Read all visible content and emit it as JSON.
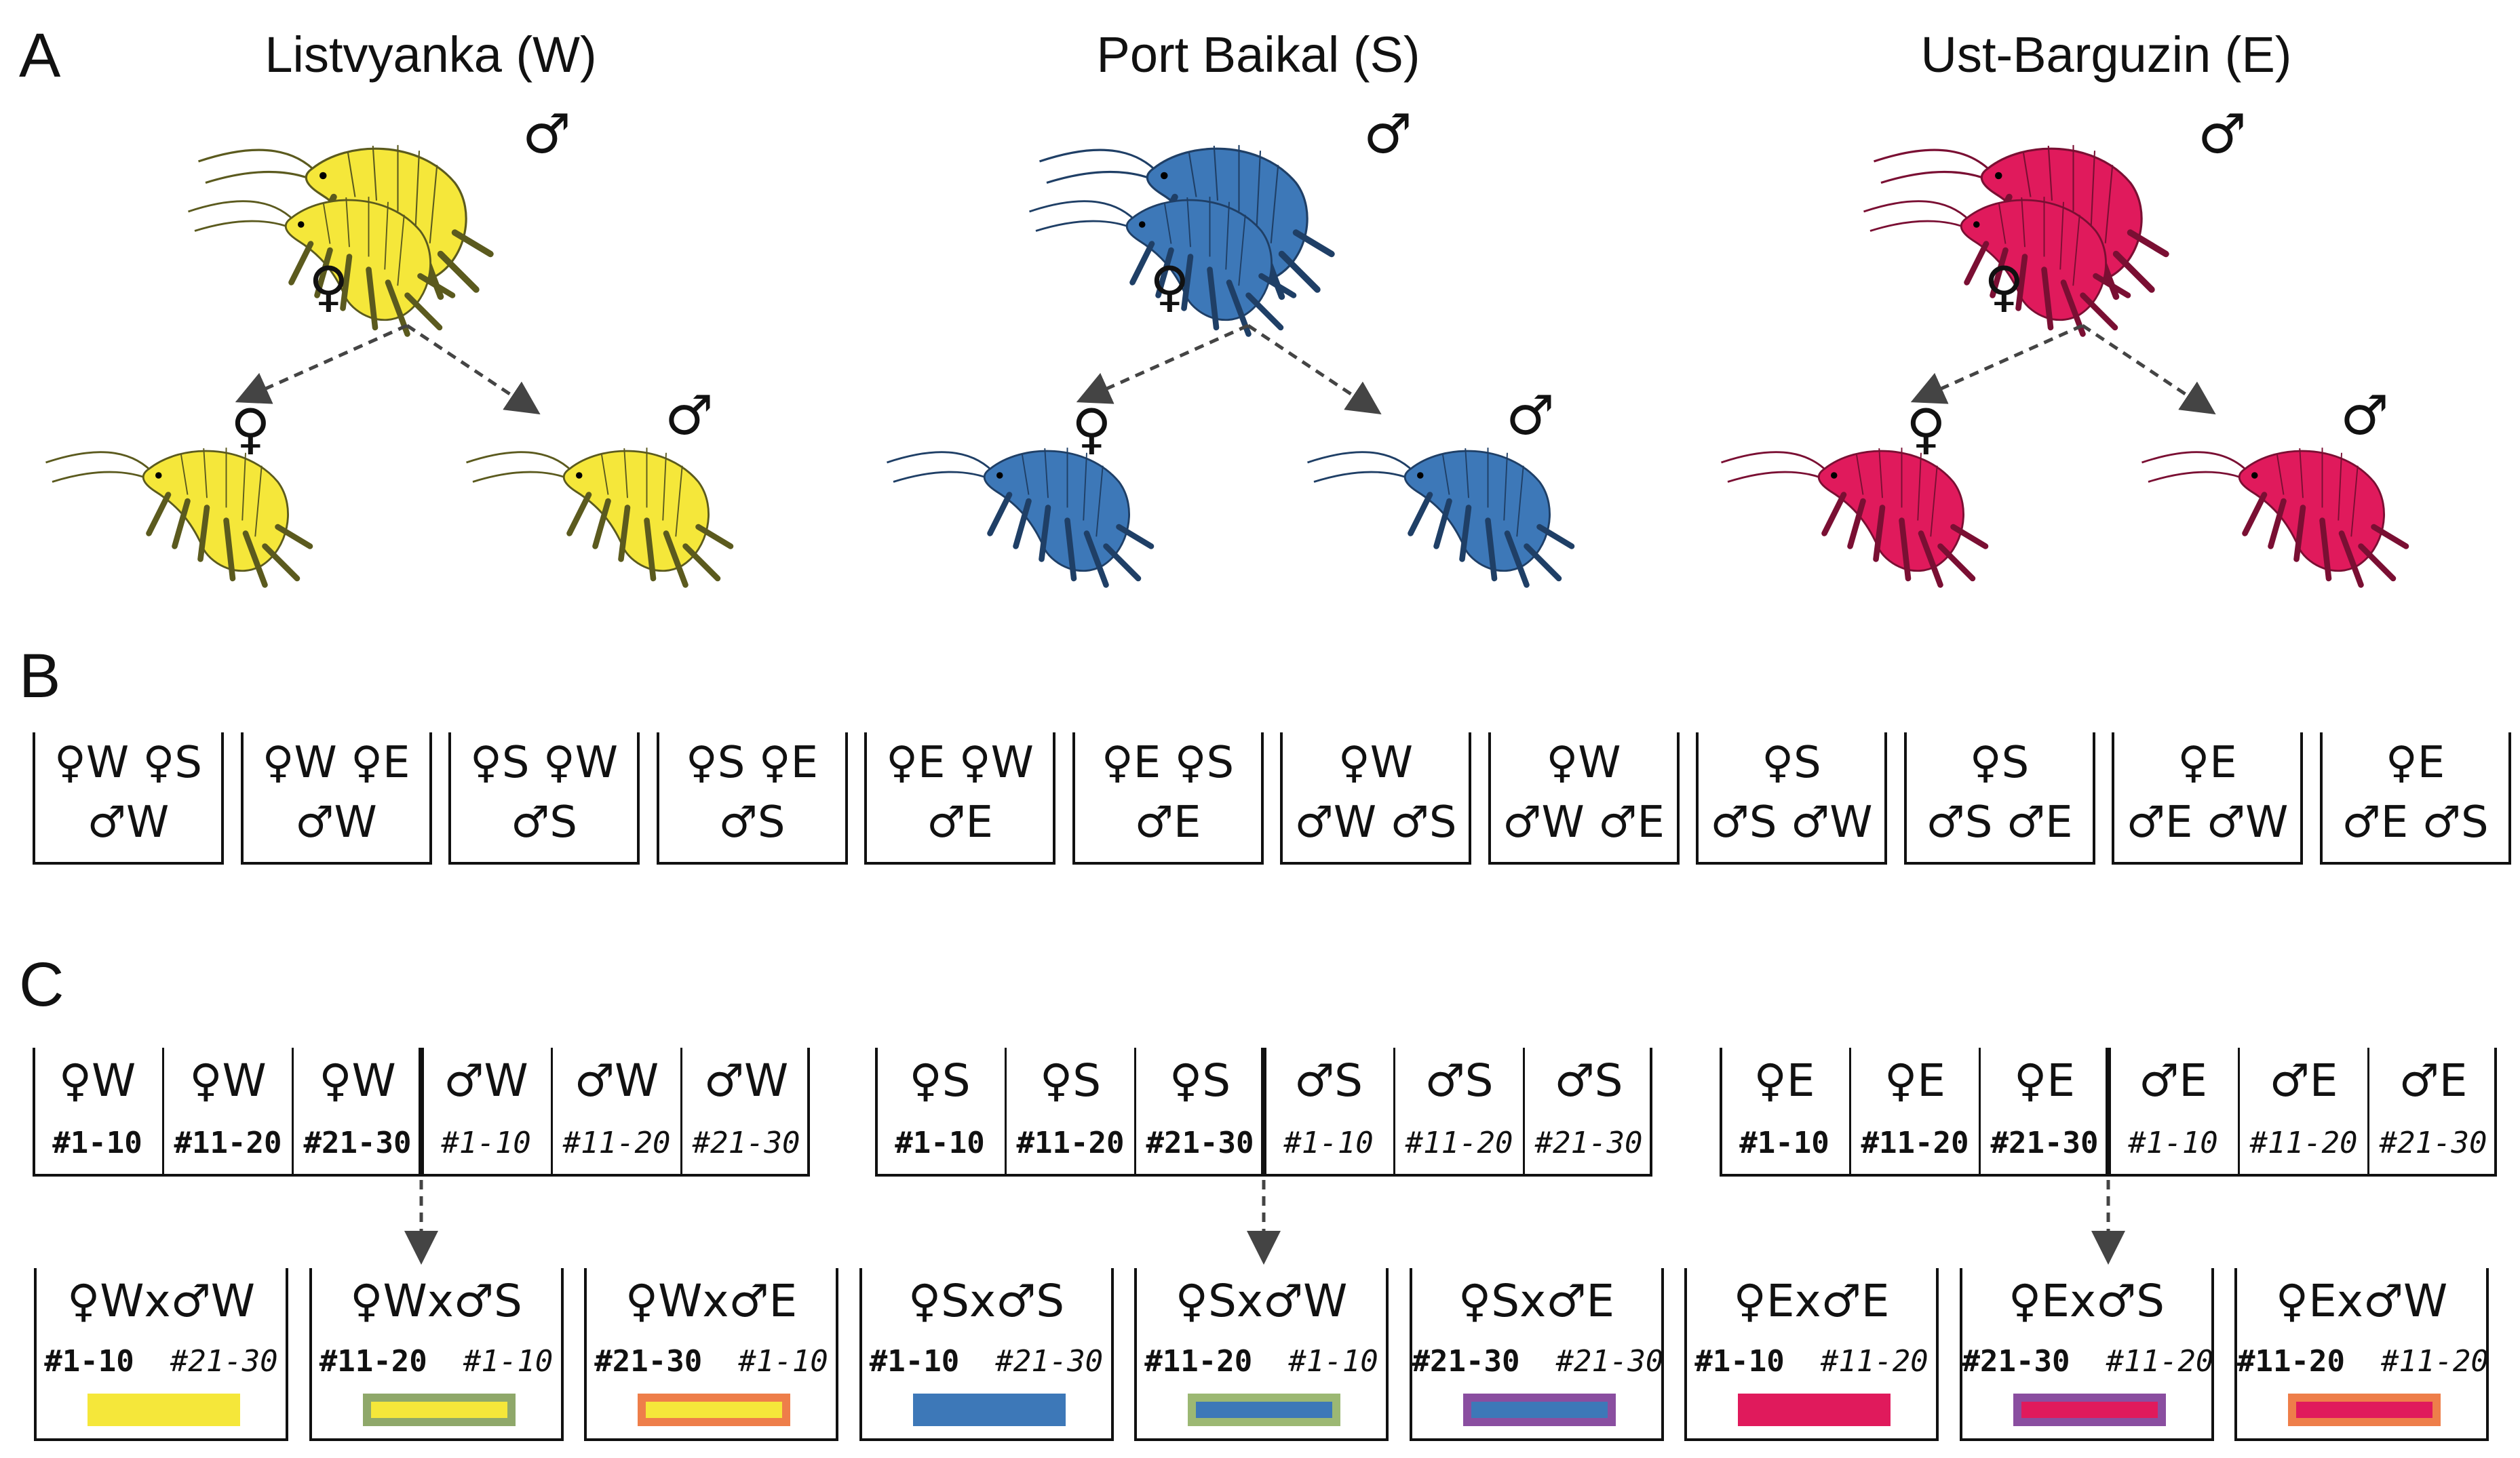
{
  "panels": {
    "a": "A",
    "b": "B",
    "c": "C"
  },
  "populations": [
    {
      "title": "Listvyanka (W)",
      "color": "#f5e73a",
      "outline": "#5b5a1e"
    },
    {
      "title": "Port Baikal (S)",
      "color": "#3d78b8",
      "outline": "#1f3f66"
    },
    {
      "title": "Ust-Barguzin (E)",
      "color": "#e01a5c",
      "outline": "#7a0f33"
    }
  ],
  "sex_symbols": {
    "female": "♀",
    "male": "♂"
  },
  "panel_b": [
    {
      "line1": "♀W ♀S",
      "line2": "♂W"
    },
    {
      "line1": "♀W ♀E",
      "line2": "♂W"
    },
    {
      "line1": "♀S ♀W",
      "line2": "♂S"
    },
    {
      "line1": "♀S ♀E",
      "line2": "♂S"
    },
    {
      "line1": "♀E ♀W",
      "line2": "♂E"
    },
    {
      "line1": "♀E ♀S",
      "line2": "♂E"
    },
    {
      "line1": "♀W",
      "line2": "♂W ♂S"
    },
    {
      "line1": "♀W",
      "line2": "♂W ♂E"
    },
    {
      "line1": "♀S",
      "line2": "♂S ♂W"
    },
    {
      "line1": "♀S",
      "line2": "♂S ♂E"
    },
    {
      "line1": "♀E",
      "line2": "♂E ♂W"
    },
    {
      "line1": "♀E",
      "line2": "♂E ♂S"
    }
  ],
  "panel_c_groups": [
    {
      "cells": [
        {
          "sym": "♀W",
          "num": "#1-10",
          "sex": "f"
        },
        {
          "sym": "♀W",
          "num": "#11-20",
          "sex": "f"
        },
        {
          "sym": "♀W",
          "num": "#21-30",
          "sex": "f"
        },
        {
          "sym": "♂W",
          "num": "#1-10",
          "sex": "m"
        },
        {
          "sym": "♂W",
          "num": "#11-20",
          "sex": "m"
        },
        {
          "sym": "♂W",
          "num": "#21-30",
          "sex": "m"
        }
      ]
    },
    {
      "cells": [
        {
          "sym": "♀S",
          "num": "#1-10",
          "sex": "f"
        },
        {
          "sym": "♀S",
          "num": "#11-20",
          "sex": "f"
        },
        {
          "sym": "♀S",
          "num": "#21-30",
          "sex": "f"
        },
        {
          "sym": "♂S",
          "num": "#1-10",
          "sex": "m"
        },
        {
          "sym": "♂S",
          "num": "#11-20",
          "sex": "m"
        },
        {
          "sym": "♂S",
          "num": "#21-30",
          "sex": "m"
        }
      ]
    },
    {
      "cells": [
        {
          "sym": "♀E",
          "num": "#1-10",
          "sex": "f"
        },
        {
          "sym": "♀E",
          "num": "#11-20",
          "sex": "f"
        },
        {
          "sym": "♀E",
          "num": "#21-30",
          "sex": "f"
        },
        {
          "sym": "♂E",
          "num": "#1-10",
          "sex": "m"
        },
        {
          "sym": "♂E",
          "num": "#11-20",
          "sex": "m"
        },
        {
          "sym": "♂E",
          "num": "#21-30",
          "sex": "m"
        }
      ]
    }
  ],
  "panel_c_crosses": [
    {
      "label": "♀Wx♂W",
      "female_ids": "#1-10",
      "male_ids": "#21-30",
      "fill": "#f5e73a",
      "border": "#f5e73a"
    },
    {
      "label": "♀Wx♂S",
      "female_ids": "#11-20",
      "male_ids": "#1-10",
      "fill": "#f5e73a",
      "border": "#8fa86a"
    },
    {
      "label": "♀Wx♂E",
      "female_ids": "#21-30",
      "male_ids": "#1-10",
      "fill": "#f5e73a",
      "border": "#ee7e4a"
    },
    {
      "label": "♀Sx♂S",
      "female_ids": "#1-10",
      "male_ids": "#21-30",
      "fill": "#3d78b8",
      "border": "#3d78b8"
    },
    {
      "label": "♀Sx♂W",
      "female_ids": "#11-20",
      "male_ids": "#1-10",
      "fill": "#3d78b8",
      "border": "#9cb873"
    },
    {
      "label": "♀Sx♂E",
      "female_ids": "#21-30",
      "male_ids": "#21-30",
      "fill": "#3d78b8",
      "border": "#8a4ea0"
    },
    {
      "label": "♀Ex♂E",
      "female_ids": "#1-10",
      "male_ids": "#11-20",
      "fill": "#e01a5c",
      "border": "#e01a5c"
    },
    {
      "label": "♀Ex♂S",
      "female_ids": "#21-30",
      "male_ids": "#11-20",
      "fill": "#e01a5c",
      "border": "#8a4ea0"
    },
    {
      "label": "♀Ex♂W",
      "female_ids": "#11-20",
      "male_ids": "#11-20",
      "fill": "#e01a5c",
      "border": "#ee7e4a"
    }
  ]
}
